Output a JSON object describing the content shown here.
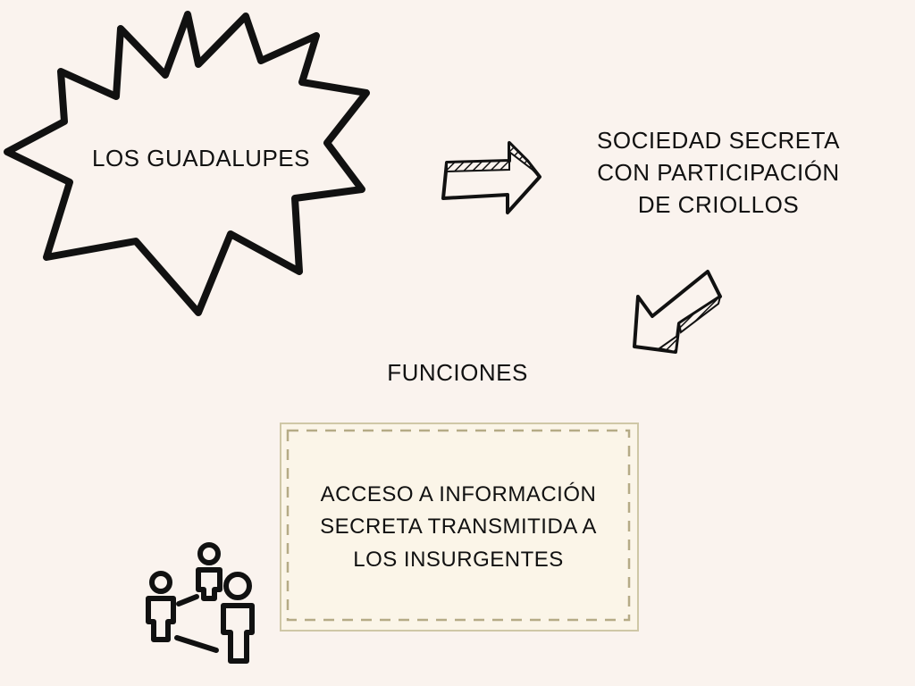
{
  "nodes": {
    "starburst": {
      "label": "LOS GUADALUPES"
    },
    "definition": {
      "label": "SOCIEDAD SECRETA\nCON PARTICIPACIÓN\nDE CRIOLLOS"
    },
    "functions_heading": {
      "label": "FUNCIONES"
    },
    "function_note": {
      "label": "ACCESO A INFORMACIÓN\nSECRETA  TRANSMITIDA A\nLOS INSURGENTES"
    }
  },
  "icons": {
    "arrow_1": "arrow-right-icon",
    "arrow_2": "arrow-down-left-icon",
    "people": "people-network-icon"
  },
  "colors": {
    "background": "#faf3ee",
    "ink": "#111111",
    "note_fill": "#fbf5e8",
    "note_border": "#b5ab86"
  }
}
